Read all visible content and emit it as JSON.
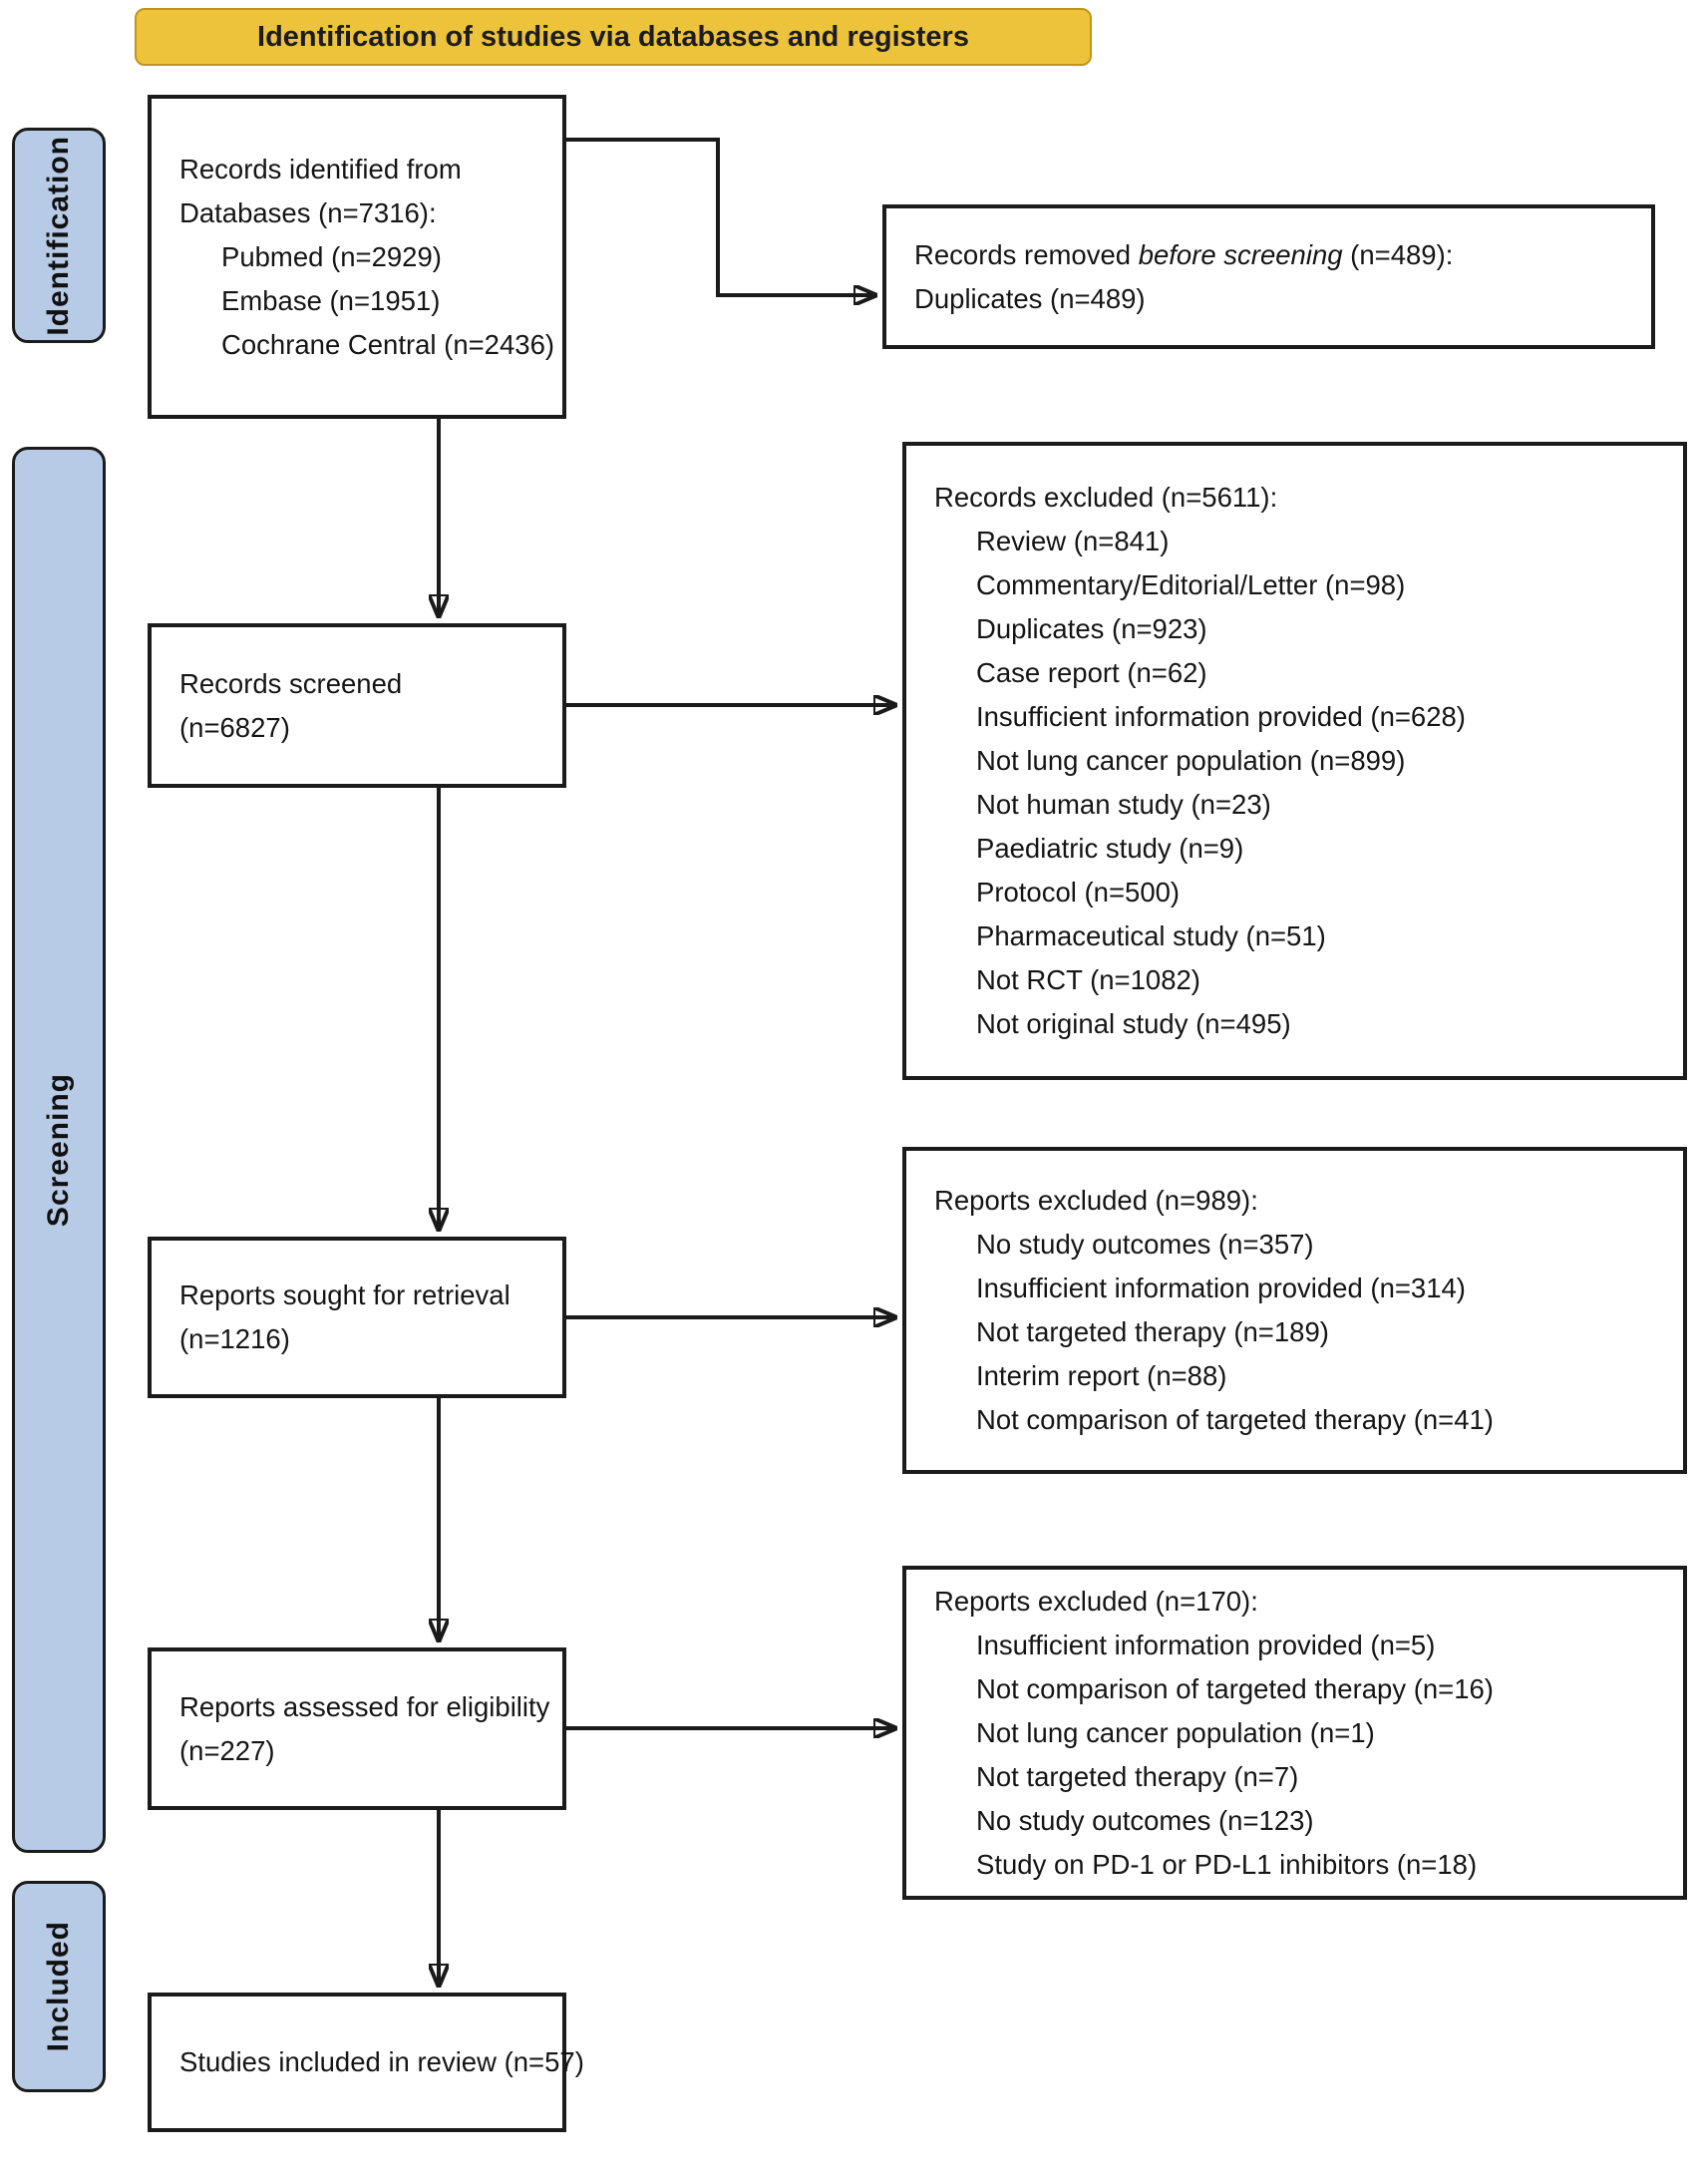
{
  "banner": {
    "title": "Identification of studies via databases and registers"
  },
  "stages": {
    "identification": "Identification",
    "screening": "Screening",
    "included": "Included"
  },
  "left_column": {
    "identified": {
      "lines": [
        "Records identified from",
        "Databases (n=7316):"
      ],
      "sources": [
        "Pubmed (n=2929)",
        "Embase (n=1951)",
        "Cochrane Central (n=2436)"
      ]
    },
    "screened": {
      "lines": [
        "Records screened",
        "(n=6827)"
      ]
    },
    "sought": {
      "lines": [
        "Reports sought for retrieval",
        "(n=1216)"
      ]
    },
    "assessed": {
      "lines": [
        "Reports assessed for eligibility",
        "(n=227)"
      ]
    },
    "included": {
      "lines": [
        "Studies included in review (n=57)"
      ]
    }
  },
  "right_column": {
    "removed": {
      "header_prefix": "Records removed ",
      "header_emphasis": "before screening",
      "header_suffix": " (n=489):",
      "items": [
        "Duplicates (n=489)"
      ]
    },
    "records_excluded": {
      "header": "Records excluded (n=5611):",
      "items": [
        "Review (n=841)",
        "Commentary/Editorial/Letter (n=98)",
        "Duplicates (n=923)",
        "Case report (n=62)",
        "Insufficient information provided (n=628)",
        "Not lung cancer population (n=899)",
        "Not human study (n=23)",
        "Paediatric study (n=9)",
        "Protocol (n=500)",
        "Pharmaceutical study (n=51)",
        "Not RCT (n=1082)",
        "Not original study (n=495)"
      ]
    },
    "reports_excluded_retrieval": {
      "header": "Reports excluded (n=989):",
      "items": [
        "No study outcomes (n=357)",
        "Insufficient information provided (n=314)",
        "Not targeted therapy (n=189)",
        "Interim report (n=88)",
        "Not comparison of targeted therapy (n=41)"
      ]
    },
    "reports_excluded_eligibility": {
      "header": "Reports excluded (n=170):",
      "items": [
        "Insufficient information provided (n=5)",
        "Not comparison of targeted therapy (n=16)",
        "Not lung cancer population (n=1)",
        "Not targeted therapy (n=7)",
        "No study outcomes (n=123)",
        "Study on PD-1 or PD-L1 inhibitors (n=18)"
      ]
    }
  },
  "colors": {
    "banner_fill": "#EEC33C",
    "banner_border": "#C2941A",
    "stage_tab_fill": "#B7CBE6",
    "box_border": "#1A1A1A",
    "arrow": "#1A1A1A"
  }
}
